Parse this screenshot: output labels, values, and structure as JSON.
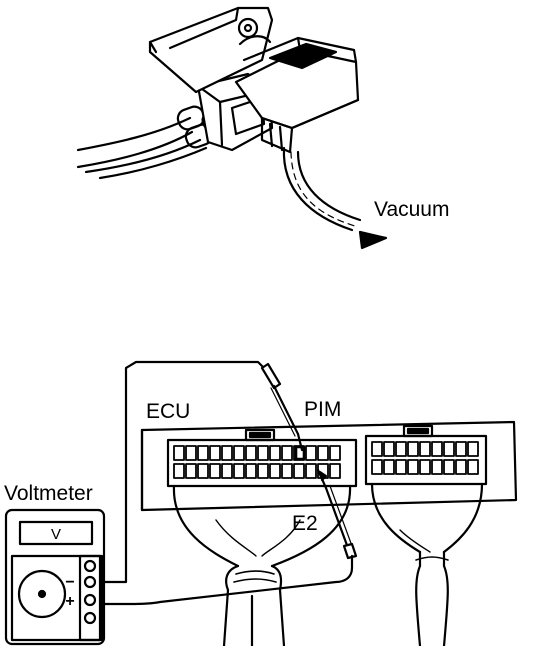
{
  "labels": {
    "vacuum": "Vacuum",
    "ecu": "ECU",
    "pim": "PIM",
    "e2": "E2",
    "voltmeter": "Voltmeter",
    "meter_display": "V",
    "terminal_negative": "−",
    "terminal_positive": "+"
  },
  "colors": {
    "ink": "#000000",
    "paper": "#ffffff"
  }
}
